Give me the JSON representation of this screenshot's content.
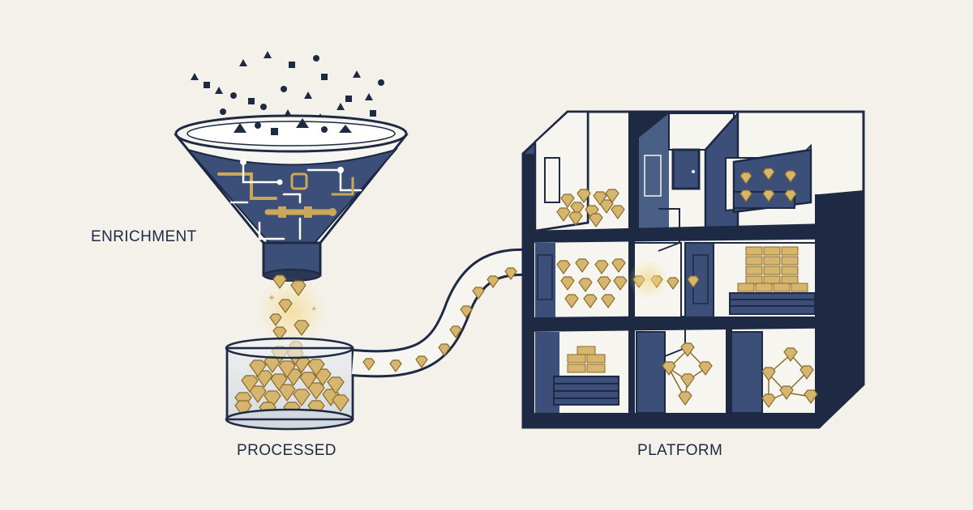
{
  "labels": {
    "enrichment": "ENRICHMENT",
    "processed": "PROCESSED",
    "platform": "PLATFORM"
  },
  "colors": {
    "background": "#f4f1ea",
    "navy": "#1e2a44",
    "panel_blue": "#4a5f86",
    "gold": "#d6b66e",
    "gold_dark": "#8a6a2a"
  },
  "icons": [
    "funnel-icon",
    "circuit-icon",
    "gem-icon",
    "container-icon",
    "building-icon",
    "door-icon"
  ]
}
